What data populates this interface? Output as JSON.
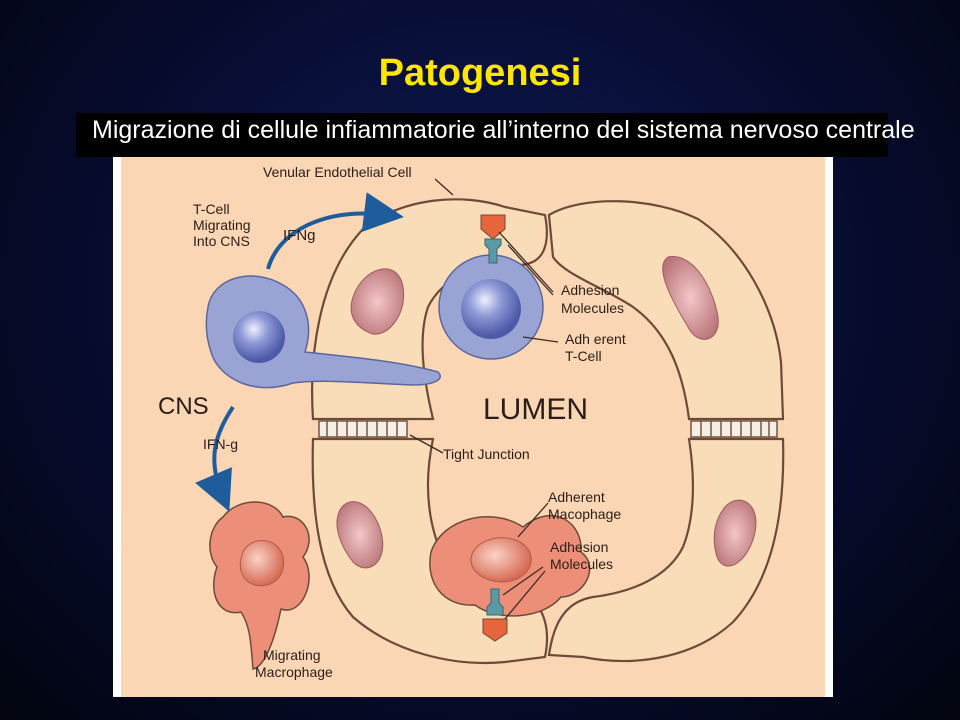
{
  "slide": {
    "title": "Patogenesi",
    "subtitle": "Migrazione di cellule infiammatorie all’interno del sistema nervoso centrale"
  },
  "diagram": {
    "labels": {
      "venular": "Venular Endothelial Cell",
      "tcell_migrating_1": "T-Cell",
      "tcell_migrating_2": "Migrating",
      "tcell_migrating_3": "Into CNS",
      "ifng_top": "IFNg",
      "adhesion_top_1": "Adhesion",
      "adhesion_top_2": "Molecules",
      "adherent_tcell_1": "Adh erent",
      "adherent_tcell_2": "T-Cell",
      "cns": "CNS",
      "lumen": "LUMEN",
      "ifng_left": "IFN-g",
      "tight_junction": "Tight Junction",
      "adherent_mac_1": "Adherent",
      "adherent_mac_2": "Macophage",
      "adhesion_bottom_1": "Adhesion",
      "adhesion_bottom_2": "Molecules",
      "migrating_mac_1": "Migrating",
      "migrating_mac_2": "Macrophage"
    },
    "colors": {
      "background": "#fad6b4",
      "endothelial": "#f8ddb8",
      "cell_outline": "#6e4a3a",
      "nucleus": "#cd8f92",
      "tcell": "#9aa4d4",
      "tcell_nucleus": "#6f7dc2",
      "macrophage": "#ec8e78",
      "arrow": "#1f5c9c",
      "receptor_orange": "#e6653c",
      "receptor_teal": "#5a9aa6"
    }
  }
}
